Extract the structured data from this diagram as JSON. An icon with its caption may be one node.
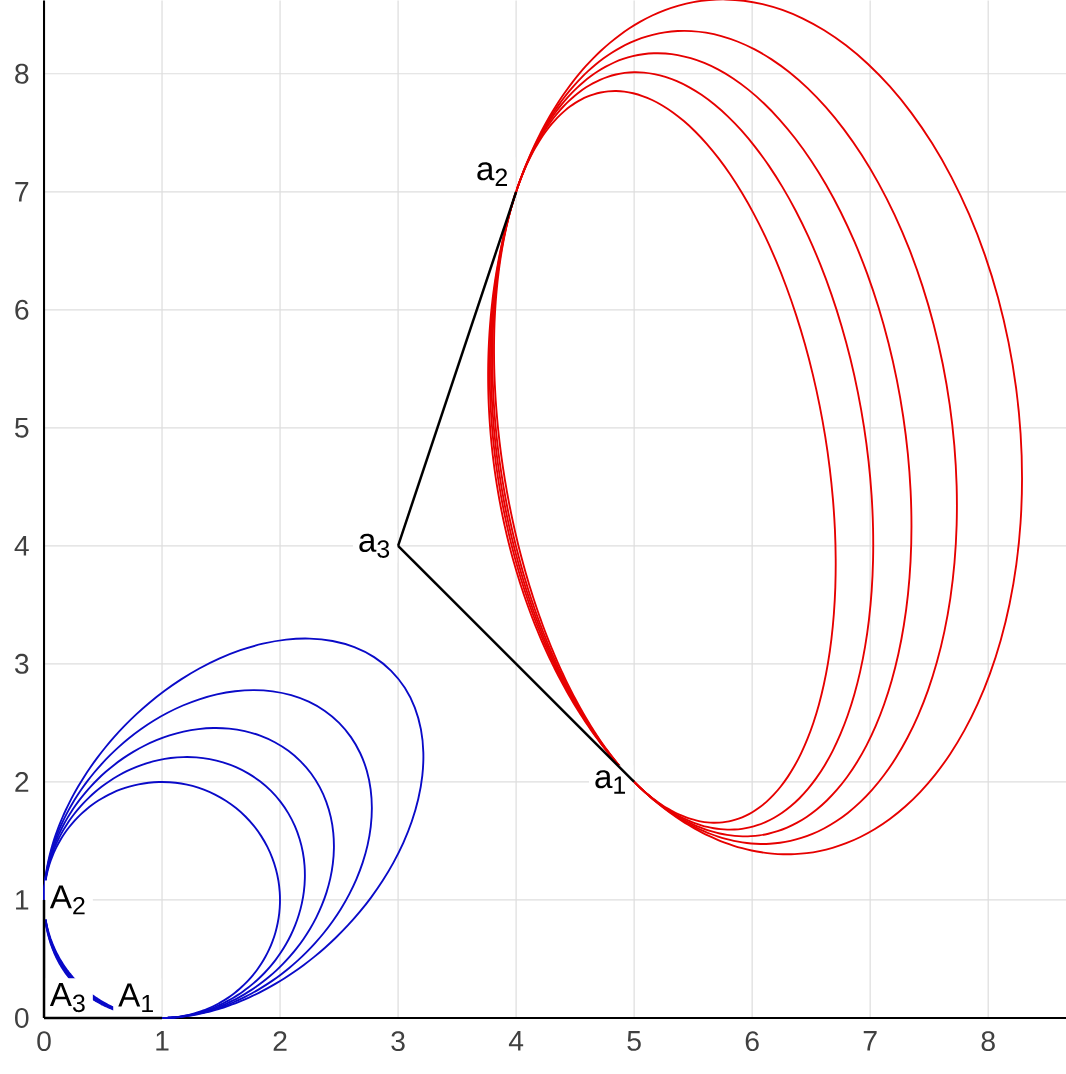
{
  "diagram": {
    "nodes": [
      {
        "text": [
          "a$_{2}$"
        ]
      },
      {
        "text": [
          "a$_{3}$"
        ]
      },
      {
        "text": [
          "a$_{1}$"
        ]
      },
      {
        "text": [
          "A$_{2}$"
        ]
      },
      {
        "text": [
          "A$_{3}$"
        ]
      },
      {
        "text": [
          "A$_{1}$"
        ]
      }
    ],
    "edges": [
      {
        "from": 1,
        "to": 0,
        "arrow": "none"
      },
      {
        "from": 1,
        "to": 2,
        "arrow": "none"
      },
      {
        "from": 4,
        "to": 3,
        "arrow": "none"
      },
      {
        "from": 4,
        "to": 5,
        "arrow": "none"
      }
    ],
    "labels": [
      "8",
      "7",
      "6",
      "5",
      "4",
      "3",
      "2",
      "1",
      "0",
      "0",
      "1",
      "2",
      "3",
      "4",
      "5",
      "6",
      "7",
      "8"
    ]
  }
}
